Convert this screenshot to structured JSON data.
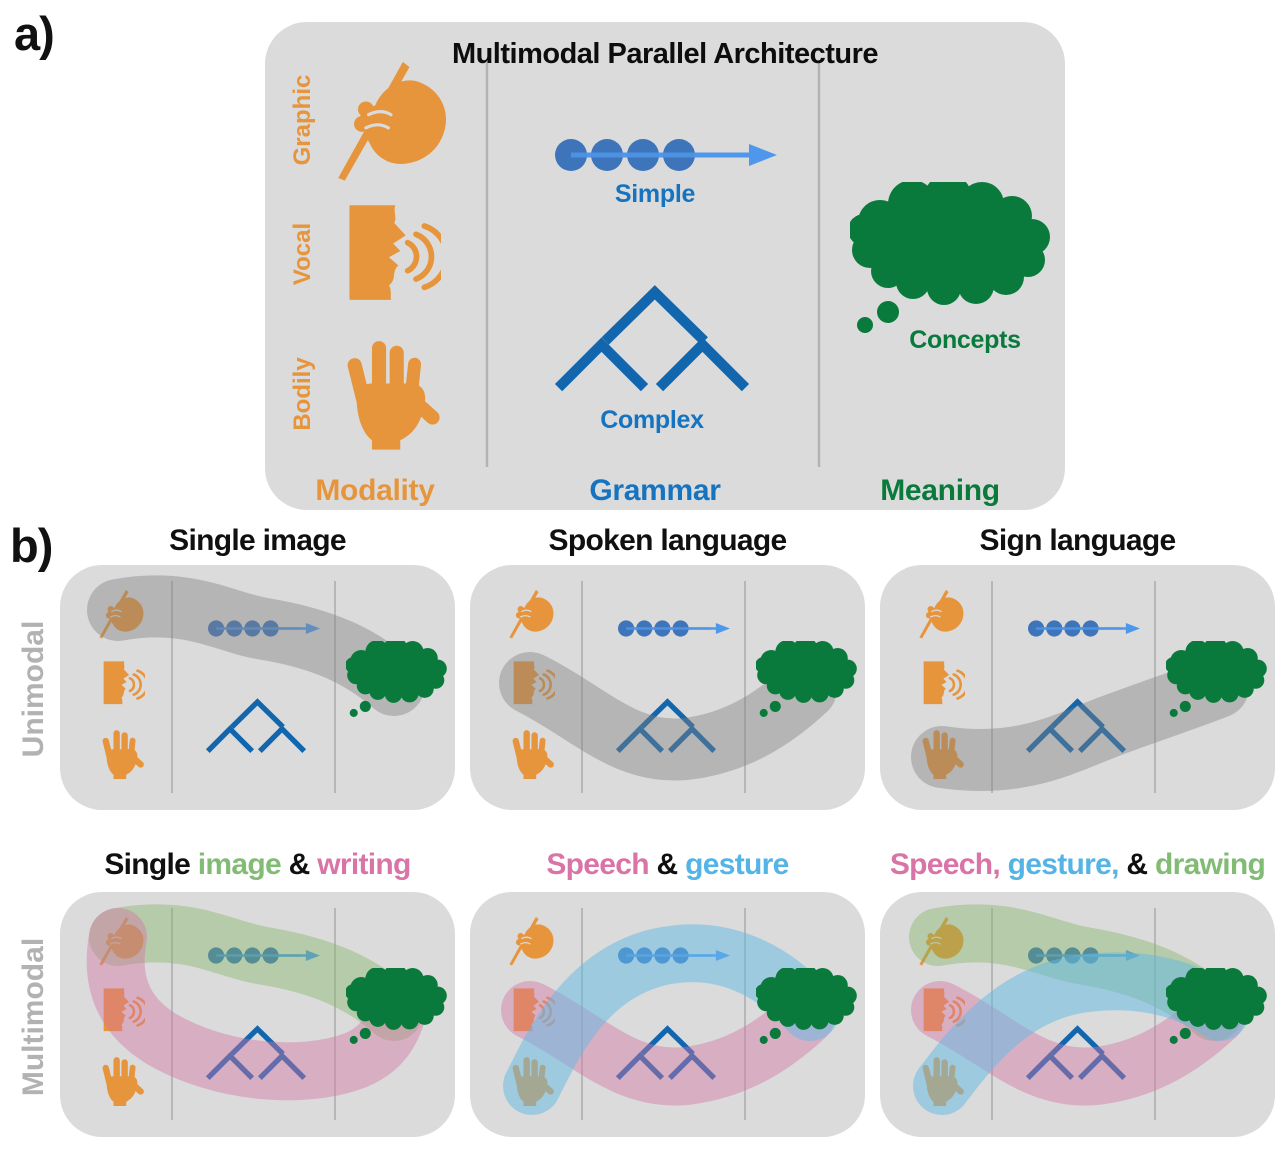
{
  "figure": {
    "panel_a": {
      "corner_label": "a)",
      "title": "Multimodal Parallel Architecture",
      "modalities": [
        {
          "label": "Graphic",
          "icon": "writing-hand-icon"
        },
        {
          "label": "Vocal",
          "icon": "speaking-face-icon"
        },
        {
          "label": "Bodily",
          "icon": "open-hand-icon"
        }
      ],
      "grammar": {
        "simple_label": "Simple",
        "complex_label": "Complex"
      },
      "meaning": {
        "concepts_label": "Concepts"
      },
      "column_labels": [
        "Modality",
        "Grammar",
        "Meaning"
      ]
    },
    "panel_b": {
      "corner_label": "b)",
      "rows": [
        {
          "row_label": "Unimodal",
          "panels": [
            {
              "title": [
                {
                  "text": "Single image",
                  "color": "black"
                }
              ],
              "highlights": [
                {
                  "route": "graphic-simple",
                  "color": "gray"
                }
              ]
            },
            {
              "title": [
                {
                  "text": "Spoken language",
                  "color": "black"
                }
              ],
              "highlights": [
                {
                  "route": "vocal-complex",
                  "color": "gray"
                }
              ]
            },
            {
              "title": [
                {
                  "text": "Sign language",
                  "color": "black"
                }
              ],
              "highlights": [
                {
                  "route": "bodily-complex",
                  "color": "gray"
                }
              ]
            }
          ]
        },
        {
          "row_label": "Multimodal",
          "panels": [
            {
              "title": [
                {
                  "text": "Single ",
                  "color": "black"
                },
                {
                  "text": "image",
                  "color": "green"
                },
                {
                  "text": " & ",
                  "color": "black"
                },
                {
                  "text": "writing",
                  "color": "pink"
                }
              ],
              "highlights": [
                {
                  "route": "graphic-simple",
                  "color": "green"
                },
                {
                  "route": "graphic-complex",
                  "color": "pink"
                }
              ]
            },
            {
              "title": [
                {
                  "text": "Speech",
                  "color": "pink"
                },
                {
                  "text": " & ",
                  "color": "black"
                },
                {
                  "text": "gesture",
                  "color": "blue"
                }
              ],
              "highlights": [
                {
                  "route": "vocal-complex",
                  "color": "pink"
                },
                {
                  "route": "bodily-simple",
                  "color": "blue"
                }
              ]
            },
            {
              "title": [
                {
                  "text": "Speech,",
                  "color": "pink"
                },
                {
                  "text": " ",
                  "color": "black"
                },
                {
                  "text": "gesture,",
                  "color": "blue"
                },
                {
                  "text": " & ",
                  "color": "black"
                },
                {
                  "text": "drawing",
                  "color": "green"
                }
              ],
              "highlights": [
                {
                  "route": "graphic-simple",
                  "color": "green"
                },
                {
                  "route": "vocal-complex",
                  "color": "pink"
                },
                {
                  "route": "bodily-middle",
                  "color": "blue"
                }
              ]
            }
          ]
        }
      ]
    },
    "colors": {
      "orange": "#e6953c",
      "dot_blue": "#3d74ba",
      "arrow_blue": "#4f97ea",
      "tree_blue": "#1166ae",
      "text_blue": "#1573bf",
      "green": "#0a7a3c",
      "panel_gray": "#dbdbdb",
      "divider_gray": "#b3b3b3",
      "row_label_gray": "#b2b2b2",
      "title_green": "#82bb74",
      "title_pink": "#d974a7",
      "title_blue": "#54b4e6",
      "bands": {
        "gray": "rgba(128,128,128,0.42)",
        "green": "rgba(125,180,95,0.40)",
        "pink": "rgba(214,115,165,0.43)",
        "blue": "rgba(98,185,230,0.50)"
      }
    }
  }
}
